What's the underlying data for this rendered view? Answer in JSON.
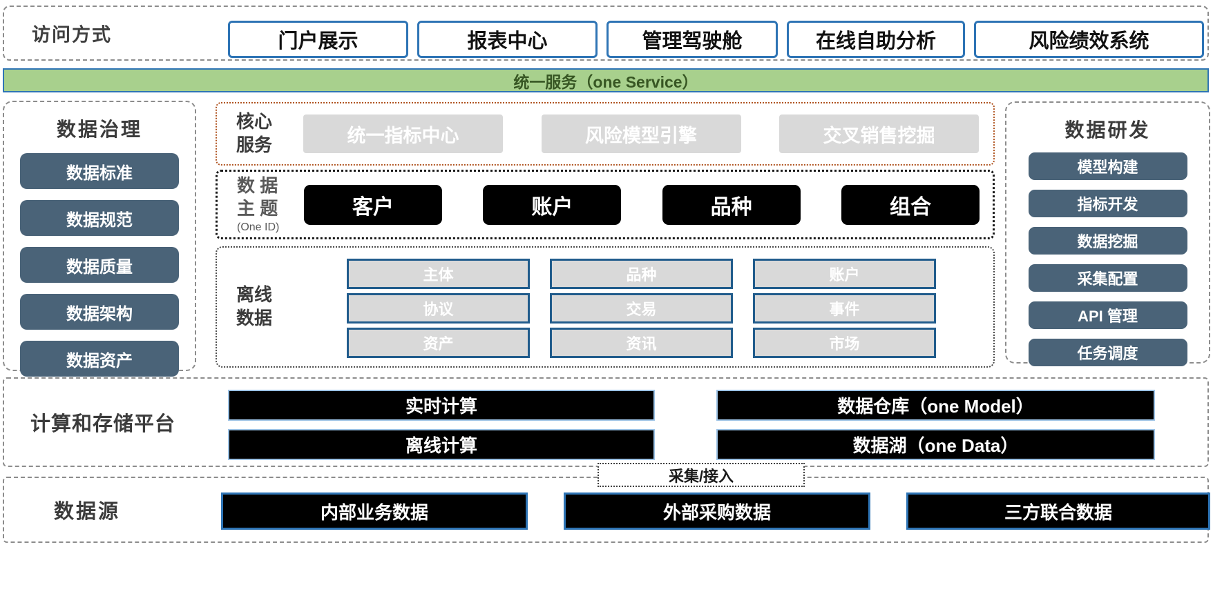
{
  "access_row": {
    "label": "访问方式",
    "buttons": [
      "门户展示",
      "报表中心",
      "管理驾驶舱",
      "在线自助分析",
      "风险绩效系统"
    ]
  },
  "unified_service_bar": {
    "label": "统一服务（one Service）"
  },
  "data_governance": {
    "title": "数据治理",
    "items": [
      "数据标准",
      "数据规范",
      "数据质量",
      "数据架构",
      "数据资产"
    ]
  },
  "core_services": {
    "label_lines": [
      "核心",
      "服务"
    ],
    "items": [
      "统一指标中心",
      "风险模型引擎",
      "交叉销售挖掘"
    ]
  },
  "data_subjects": {
    "label_lines": [
      "数 据",
      "主 题"
    ],
    "label_sub": "(One ID)",
    "items": [
      "客户",
      "账户",
      "品种",
      "组合"
    ]
  },
  "offline_data": {
    "label_lines": [
      "离线",
      "数据"
    ],
    "items": [
      "主体",
      "品种",
      "账户",
      "协议",
      "交易",
      "事件",
      "资产",
      "资讯",
      "市场"
    ]
  },
  "data_development": {
    "title": "数据研发",
    "items": [
      "模型构建",
      "指标开发",
      "数据挖掘",
      "采集配置",
      "API 管理",
      "任务调度"
    ]
  },
  "compute_storage": {
    "label": "计算和存储平台",
    "items": [
      "实时计算",
      "数据仓库（one Model）",
      "离线计算",
      "数据湖（one Data）"
    ]
  },
  "ingestion": {
    "label": "采集/接入"
  },
  "data_sources": {
    "label": "数据源",
    "items": [
      "内部业务数据",
      "外部采购数据",
      "三方联合数据"
    ]
  },
  "colors": {
    "accent_blue": "#2e74b5",
    "light_green_bg": "#a8d08d",
    "green_text": "#375623",
    "slate_pill": "#4a6378",
    "gray_box": "#d9d9d9",
    "black_box": "#000000",
    "light_blue_border": "#9dc3e6",
    "grid_cell_border": "#215c8c",
    "core_dotted_border": "#b05420"
  }
}
